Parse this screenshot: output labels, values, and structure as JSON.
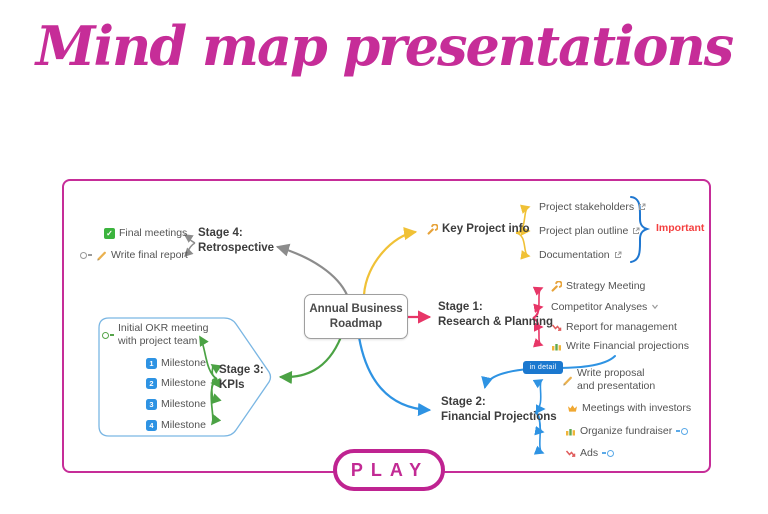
{
  "title": "Mind map presentations",
  "play_label": "PLAY",
  "colors": {
    "accent_magenta": "#c62d98",
    "branch_yellow": "#f0c136",
    "branch_pink": "#e73667",
    "branch_blue": "#2e93e3",
    "branch_green": "#4ba244",
    "branch_gray": "#8c8c8c",
    "boundary_blue": "#7ab6e3",
    "important_red": "#f43f3f",
    "badge_blue": "#1b78cf"
  },
  "icons": {
    "wrench": "gold wrench",
    "pencil": "amber pencil",
    "check": "green checkbox",
    "chart_down": "red declining chart",
    "bar_chart": "bar chart",
    "crown": "gold crown",
    "external_link": "external link",
    "clock": "circled clock"
  },
  "center": {
    "line1": "Annual Business",
    "line2": "Roadmap"
  },
  "key_project": {
    "label": "Key Project info",
    "children": [
      "Project stakeholders",
      "Project plan outline",
      "Documentation"
    ],
    "annotation": "Important"
  },
  "stage1": {
    "line1": "Stage 1:",
    "line2": "Research & Planning",
    "children": [
      "Strategy Meeting",
      "Competitor Analyses",
      "Report for management",
      "Write Financial projections"
    ]
  },
  "stage2": {
    "line1": "Stage 2:",
    "line2": "Financial Projections",
    "badge": "in detail",
    "child1": {
      "line1": "Write proposal",
      "line2": "and presentation"
    },
    "children": [
      "Meetings with investors",
      "Organize fundraiser",
      "Ads"
    ]
  },
  "stage3": {
    "line1": "Stage 3:",
    "line2": "KPIs",
    "okr": {
      "line1": "Initial OKR meeting",
      "line2": "with project team"
    },
    "milestones": [
      {
        "num": "1",
        "label": "Milestone"
      },
      {
        "num": "2",
        "label": "Milestone"
      },
      {
        "num": "3",
        "label": "Milestone"
      },
      {
        "num": "4",
        "label": "Milestone"
      }
    ]
  },
  "stage4": {
    "line1": "Stage 4:",
    "line2": "Retrospective",
    "children": [
      "Final meetings",
      "Write final report"
    ]
  }
}
